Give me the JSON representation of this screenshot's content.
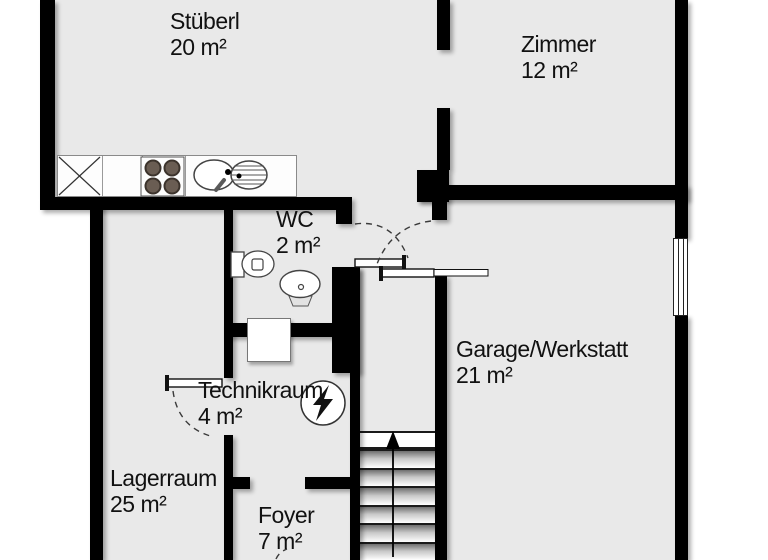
{
  "plan": {
    "type": "floor-plan",
    "colors": {
      "background": "#ffffff",
      "floor": "#e9e9e9",
      "wall": "#000000",
      "fixtures": "#ffffff",
      "burner": "#5d5149"
    },
    "rooms": [
      {
        "id": "stueberl",
        "label": "Stüberl",
        "area": "20 m²"
      },
      {
        "id": "zimmer",
        "label": "Zimmer",
        "area": "12 m²"
      },
      {
        "id": "wc",
        "label": "WC",
        "area": "2 m²"
      },
      {
        "id": "garage_werkstatt",
        "label": "Garage/Werkstatt",
        "area": "21 m²"
      },
      {
        "id": "technikraum",
        "label": "Technikraum",
        "area": "4 m²"
      },
      {
        "id": "lagerraum",
        "label": "Lagerraum",
        "area": "25 m²"
      },
      {
        "id": "foyer",
        "label": "Foyer",
        "area": "7 m²"
      }
    ],
    "symbols": {
      "stairs": "staircase-with-up-arrow",
      "electrical_panel": "circle-with-lightning-bolt",
      "kitchen": [
        "cabinet-x-box",
        "stove-4-burners",
        "double-sink-with-drainer"
      ],
      "wc_fixtures": [
        "toilet",
        "washbasin"
      ],
      "doors": "open-leaf-with-dashed-swing-arc",
      "window": "multi-line-window-symbol"
    }
  }
}
